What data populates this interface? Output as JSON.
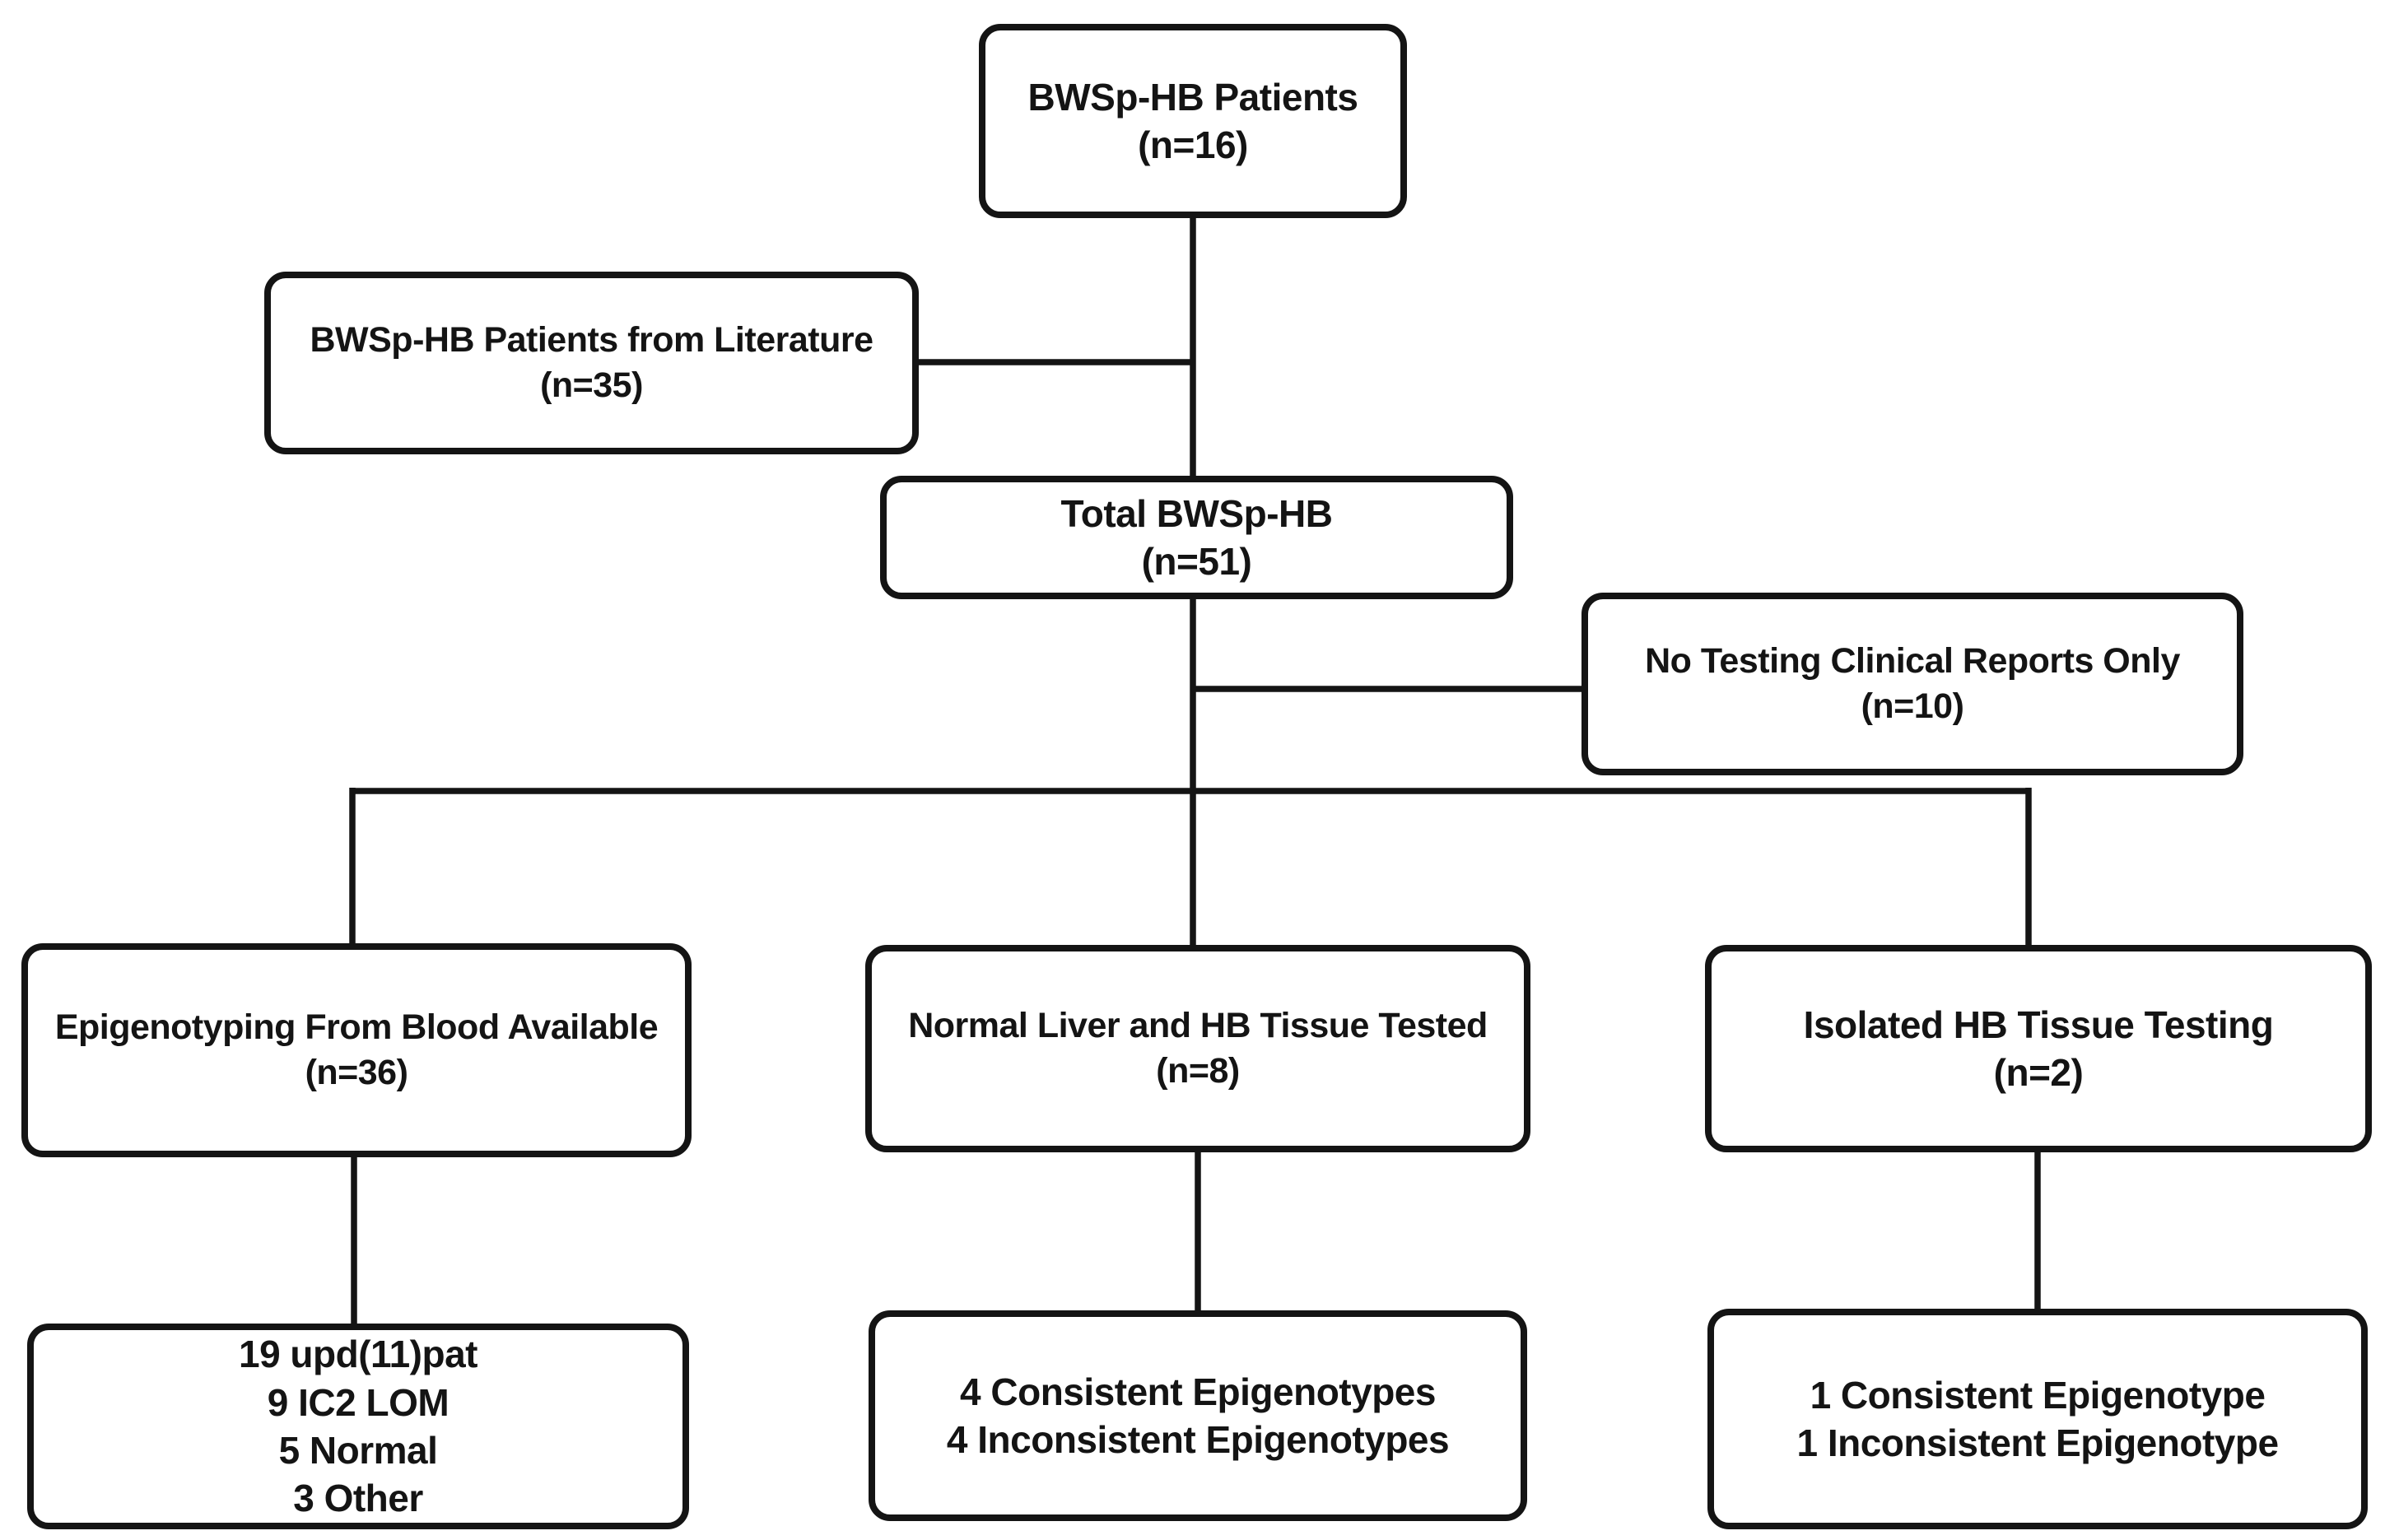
{
  "colors": {
    "ink": "#141414",
    "box_background": "#ffffff",
    "page_background": "#ffffff"
  },
  "nodes": {
    "patients": {
      "lines": [
        "BWSp-HB Patients",
        "(n=16)"
      ]
    },
    "literature": {
      "lines": [
        "BWSp-HB Patients from Literature",
        "(n=35)"
      ]
    },
    "total": {
      "lines": [
        "Total BWSp-HB",
        "(n=51)"
      ]
    },
    "no_testing": {
      "lines": [
        "No Testing Clinical Reports Only",
        "(n=10)"
      ]
    },
    "blood": {
      "lines": [
        "Epigenotyping From Blood Available",
        "(n=36)"
      ]
    },
    "liver_hb": {
      "lines": [
        "Normal Liver and HB Tissue Tested",
        "(n=8)"
      ]
    },
    "isolated": {
      "lines": [
        "Isolated HB Tissue Testing",
        "(n=2)"
      ]
    },
    "blood_results": {
      "lines": [
        "19 upd(11)pat",
        "9 IC2 LOM",
        "5 Normal",
        "3 Other"
      ]
    },
    "liver_results": {
      "lines": [
        "4 Consistent Epigenotypes",
        "4 Inconsistent Epigenotypes"
      ]
    },
    "isolated_results": {
      "lines": [
        "1 Consistent Epigenotype",
        "1 Inconsistent Epigenotype"
      ]
    }
  }
}
